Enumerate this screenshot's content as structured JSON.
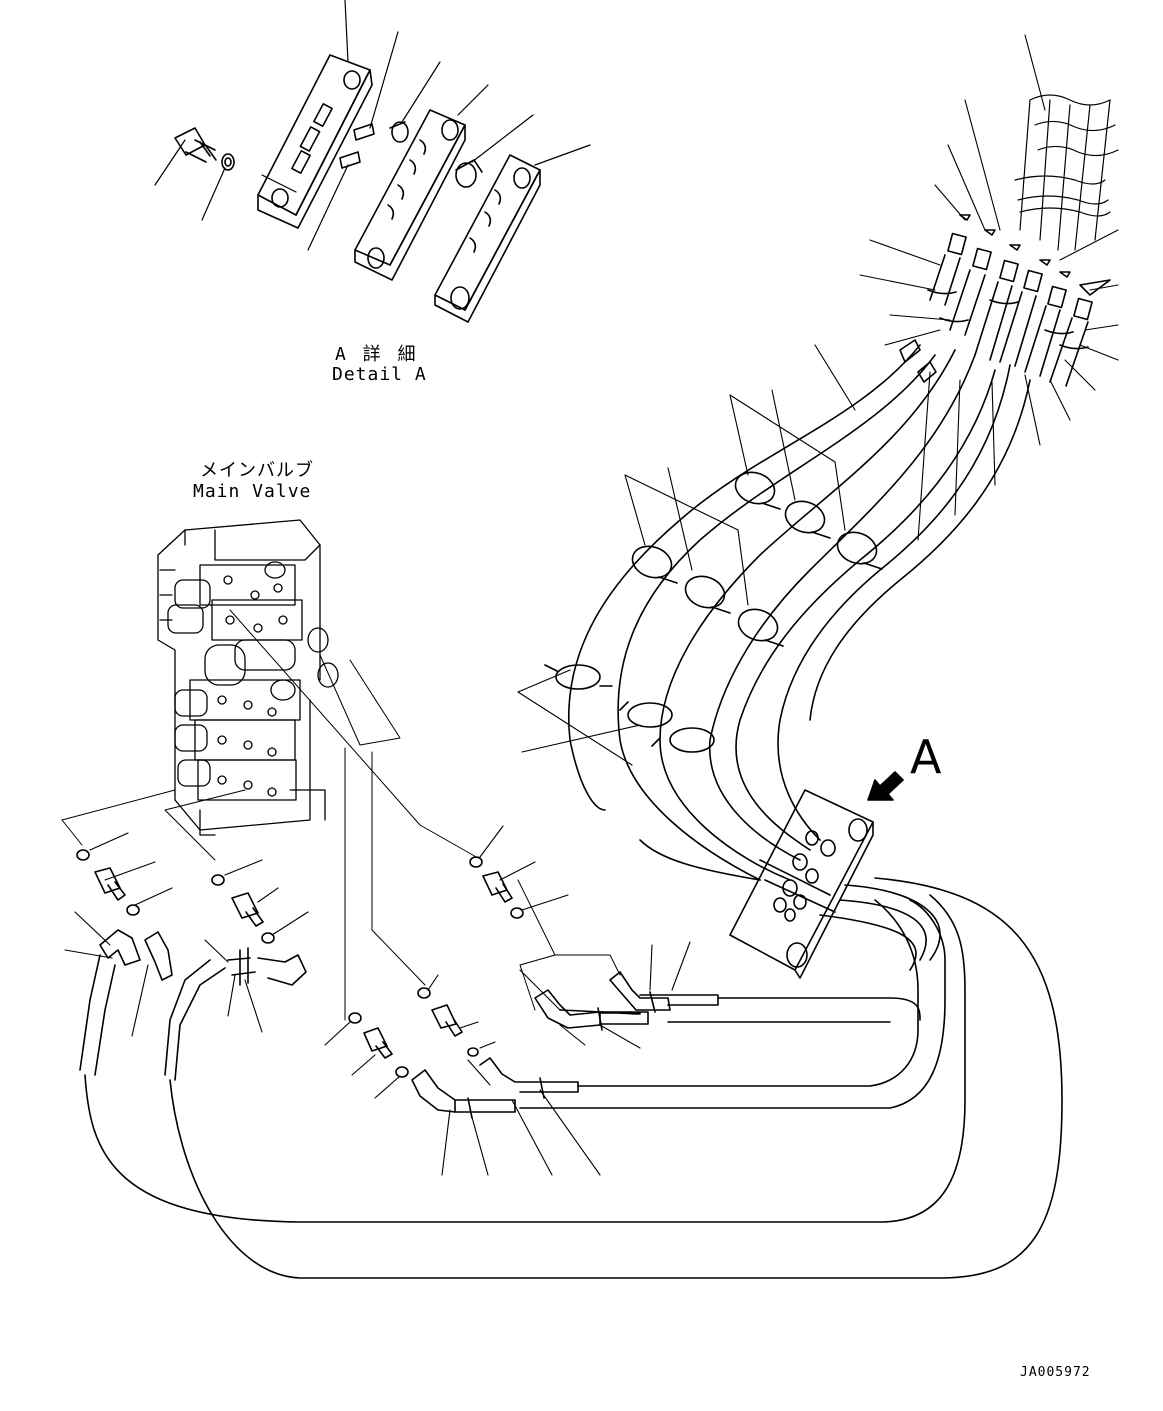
{
  "labels": {
    "detail_a_jp": "A 詳 細",
    "detail_a_en": "Detail A",
    "main_valve_jp": "メインバルブ",
    "main_valve_en": "Main Valve",
    "view_letter": "A",
    "drawing_code": "JA005972"
  },
  "colors": {
    "line": "#000000",
    "background": "#ffffff"
  }
}
